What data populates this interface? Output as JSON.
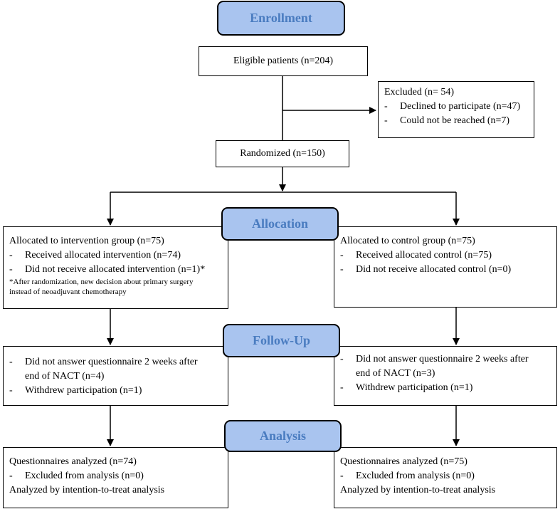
{
  "stages": {
    "enrollment": "Enrollment",
    "allocation": "Allocation",
    "followup": "Follow-Up",
    "analysis": "Analysis"
  },
  "eligible": "Eligible patients (n=204)",
  "excluded": {
    "title": "Excluded (n= 54)",
    "items": [
      "Declined to participate (n=47)",
      "Could not be reached (n=7)"
    ]
  },
  "randomized": "Randomized (n=150)",
  "intervention": {
    "allocation": {
      "title": "Allocated to intervention group (n=75)",
      "items": [
        "Received allocated intervention (n=74)",
        "Did not receive allocated intervention (n=1)*"
      ],
      "note_line1": "*After randomization, new decision about primary surgery",
      "note_line2": "instead of neoadjuvant chemotherapy"
    },
    "followup": {
      "item1_line1": "Did not answer questionnaire 2 weeks after",
      "item1_line2": "end of NACT (n=4)",
      "item2": "Withdrew participation (n=1)"
    },
    "analysis": {
      "title": "Questionnaires analyzed (n=74)",
      "item": "Excluded from analysis (n=0)",
      "footer": "Analyzed by intention-to-treat analysis"
    }
  },
  "control": {
    "allocation": {
      "title": "Allocated to control group (n=75)",
      "items": [
        "Received allocated control (n=75)",
        "Did not receive allocated control (n=0)"
      ]
    },
    "followup": {
      "item1_line1": "Did not answer questionnaire 2 weeks after",
      "item1_line2": "end of NACT (n=3)",
      "item2": "Withdrew participation (n=1)"
    },
    "analysis": {
      "title": "Questionnaires analyzed (n=75)",
      "item": "Excluded from analysis (n=0)",
      "footer": "Analyzed by intention-to-treat analysis"
    }
  },
  "dash": "-"
}
